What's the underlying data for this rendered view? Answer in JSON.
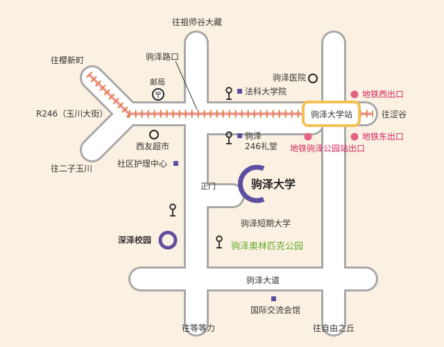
{
  "colors": {
    "background": "#fbf1e2",
    "road_fill": "#ffffff",
    "road_outline": "#a8a8a8",
    "rail_line": "#ec9c9f",
    "rail_tick": "#e07e3b",
    "station_box": "#f5c153",
    "university_ring": "#5d4fa0",
    "exit_dot": "#e36385",
    "label": "#333333",
    "exit_label": "#d4245a",
    "park_label": "#63a82a",
    "facility_square": "#5d4fa0"
  },
  "directions": {
    "to_sosigaya": "往祖师谷大藏",
    "to_sakurashinmachi": "往樱新町",
    "to_futakotamagawa": "往二子玉川",
    "to_todoroki": "往等等力",
    "to_jiyugaoka": "往自由之丘",
    "to_shibuya": "往涩谷"
  },
  "roads": {
    "r246": "R246（玉川大街）",
    "komazawa_ave": "驹泽大道"
  },
  "places": {
    "komazawa_intersection": "驹泽路口",
    "post_office": "邮局",
    "hospital": "驹泽医院",
    "station": "驹泽大学站",
    "exit_west": "地铁西出口",
    "exit_east": "地铁东出口",
    "exit_park": "地铁驹泽公园站出口",
    "hosei_law_school": "法科大学院",
    "hall_246_line1": "驹泽",
    "hall_246_line2": "246礼堂",
    "seiyu": "西友超市",
    "community_center": "社区护理中心",
    "main_gate": "正门",
    "komazawa_university": "驹泽大学",
    "junior_college": "驹泽短期大学",
    "fukasawa_campus": "深泽校园",
    "olympic_park": "驹泽奥林匹克公园",
    "international_hall": "国际交流会馆"
  },
  "icons": {
    "post_office_symbol": "〒"
  }
}
